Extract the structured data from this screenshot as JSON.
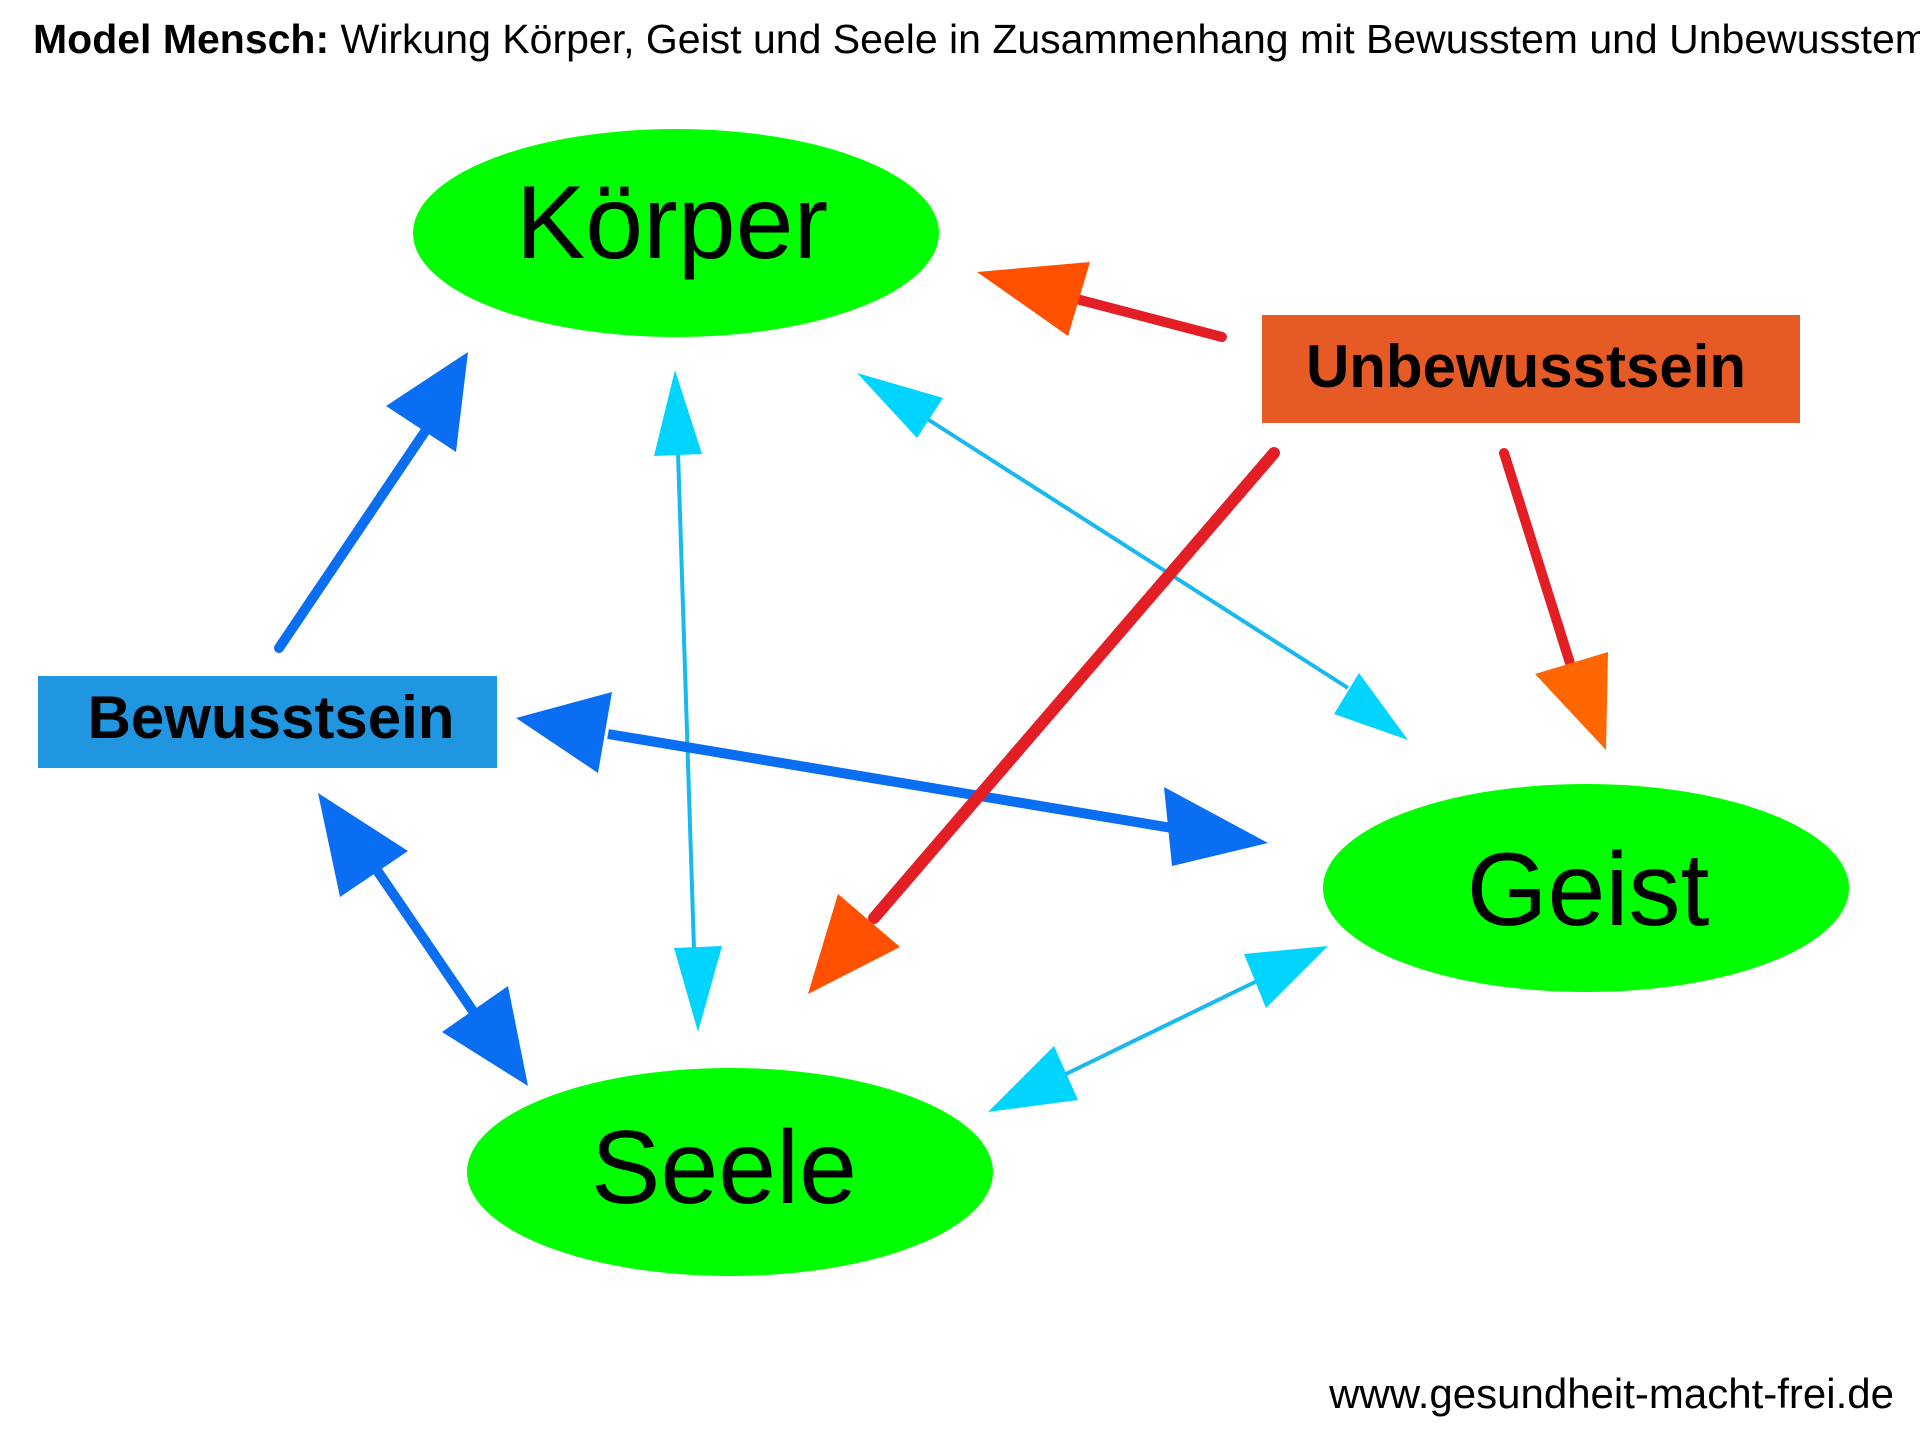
{
  "title": {
    "bold": "Model Mensch:",
    "rest": "Wirkung Körper, Geist und Seele in Zusammenhang mit Bewusstem und Unbewusstem."
  },
  "nodes": {
    "koerper": "Körper",
    "geist": "Geist",
    "seele": "Seele",
    "bewusstsein": "Bewusstsein",
    "unbewusstsein": "Unbewusstsein"
  },
  "footer": "www.gesundheit-macht-frei.de",
  "colors": {
    "ellipse_fill": "#00ff00",
    "bewusstsein_fill": "#2196e0",
    "unbewusstsein_fill": "#e55a25",
    "red_shaft": "#e31e24",
    "red_head": "#ff5000",
    "red_head_alt": "#ff6600",
    "blue_arrow": "#0a6ef2",
    "light_blue_arrow": "#1ab8f0",
    "light_blue_head": "#00d4ff"
  }
}
